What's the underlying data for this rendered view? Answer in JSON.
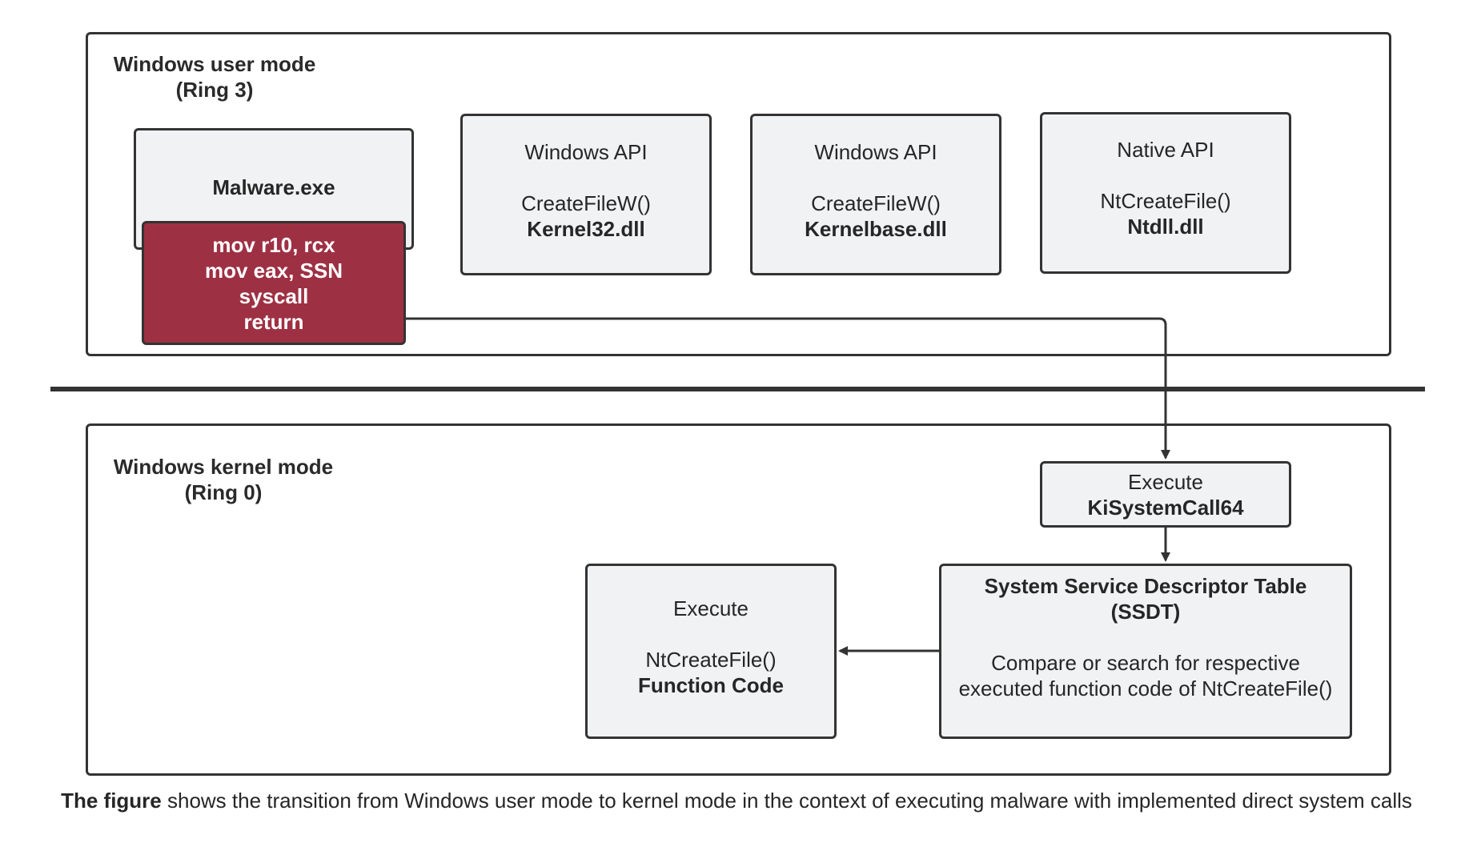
{
  "user_mode": {
    "title_line1": "Windows user mode",
    "title_line2": "(Ring 3)",
    "malware": {
      "name": "Malware.exe",
      "stub_lines": [
        "mov r10, rcx",
        "mov eax, SSN",
        "syscall",
        "return"
      ],
      "stub_color": "#9e3043"
    },
    "kernel32": {
      "heading": "Windows API",
      "function": "CreateFileW()",
      "module": "Kernel32.dll"
    },
    "kernelbase": {
      "heading": "Windows API",
      "function": "CreateFileW()",
      "module": "Kernelbase.dll"
    },
    "ntdll": {
      "heading": "Native API",
      "function": "NtCreateFile()",
      "module": "Ntdll.dll"
    }
  },
  "kernel_mode": {
    "title_line1": "Windows kernel mode",
    "title_line2": "(Ring 0)",
    "kisystemcall": {
      "heading": "Execute",
      "name": "KiSystemCall64"
    },
    "ssdt": {
      "title_line1": "System Service Descriptor Table",
      "title_line2": "(SSDT)",
      "desc_line1": "Compare or search for respective",
      "desc_line2": "executed function code of NtCreateFile()"
    },
    "function_code": {
      "heading": "Execute",
      "function": "NtCreateFile()",
      "label": "Function Code"
    }
  },
  "caption": {
    "bold": "The figure",
    "text": " shows the transition from Windows user mode to kernel mode in the context of executing malware with implemented direct system calls"
  }
}
